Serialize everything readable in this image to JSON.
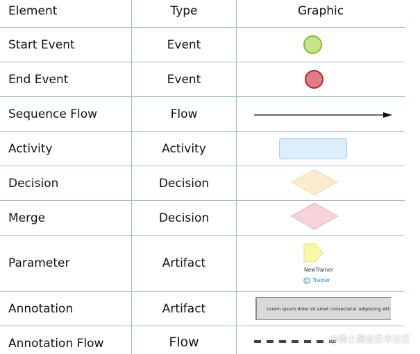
{
  "headers": {
    "element": "Element",
    "type": "Type",
    "graphic": "Graphic"
  },
  "rows": [
    {
      "element": "Start Event",
      "type": "Event"
    },
    {
      "element": "End Event",
      "type": "Event"
    },
    {
      "element": "Sequence Flow",
      "type": "Flow"
    },
    {
      "element": "Activity",
      "type": "Activity"
    },
    {
      "element": "Decision",
      "type": "Decision"
    },
    {
      "element": "Merge",
      "type": "Decision"
    },
    {
      "element": "Parameter",
      "type": "Artifact"
    },
    {
      "element": "Annotation",
      "type": "Artifact"
    },
    {
      "element": "Annotation Flow",
      "type": "Flow"
    }
  ],
  "parameter_graphic": {
    "caption": "NewTrainer",
    "tag_icon": "E",
    "tag_label": "Trainer"
  },
  "annotation_graphic": {
    "text": "Lorem ipsum dolor sit amet consectetur adipiscing elit."
  },
  "watermark": "@稀土掘金技术社区",
  "colors": {
    "grid": "#9bbad8",
    "start_fill": "#c6e38e",
    "start_stroke": "#7cbf2e",
    "end_fill": "#e07d84",
    "end_stroke": "#b8242e",
    "activity_fill": "#dbeefc",
    "decision_fill": "#fbecd0",
    "merge_fill": "#f6d3d8",
    "parameter_fill": "#fbf7a8",
    "tag_color": "#2f7fd0"
  }
}
